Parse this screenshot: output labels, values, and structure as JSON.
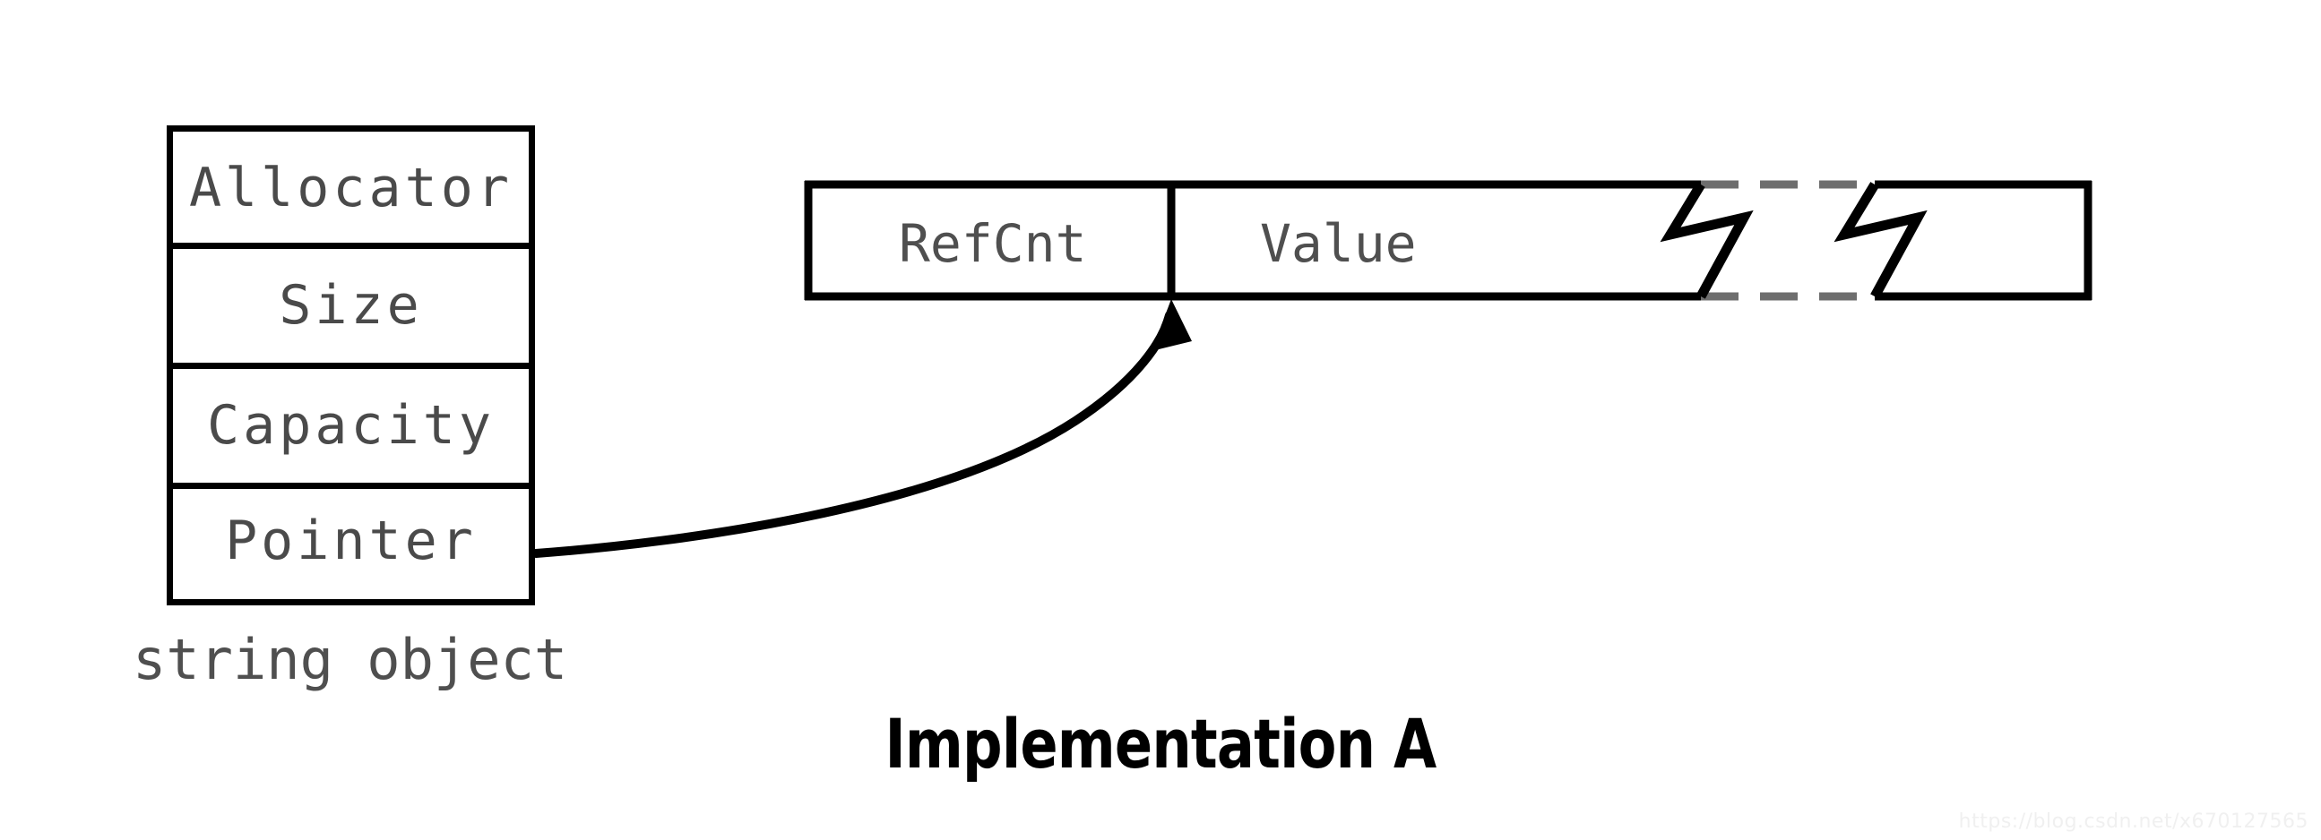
{
  "figure": {
    "title": "Implementation A",
    "watermark": "https://blog.csdn.net/x670127565",
    "background_color": "#ffffff",
    "stroke_color": "#000000",
    "text_color": "#4f4f4f",
    "dash_color": "#6e6e6e"
  },
  "string_object": {
    "caption": "string object",
    "fields": [
      {
        "label": "Allocator"
      },
      {
        "label": "Size"
      },
      {
        "label": "Capacity"
      },
      {
        "label": "Pointer"
      }
    ]
  },
  "heap_buffer": {
    "cells": [
      {
        "label": "RefCnt"
      },
      {
        "label": "Value"
      }
    ],
    "break_marks": 2,
    "truncated": true
  },
  "arrow": {
    "from": "Pointer",
    "to": "heap-buffer-value-start",
    "style": "curved-arrow"
  }
}
